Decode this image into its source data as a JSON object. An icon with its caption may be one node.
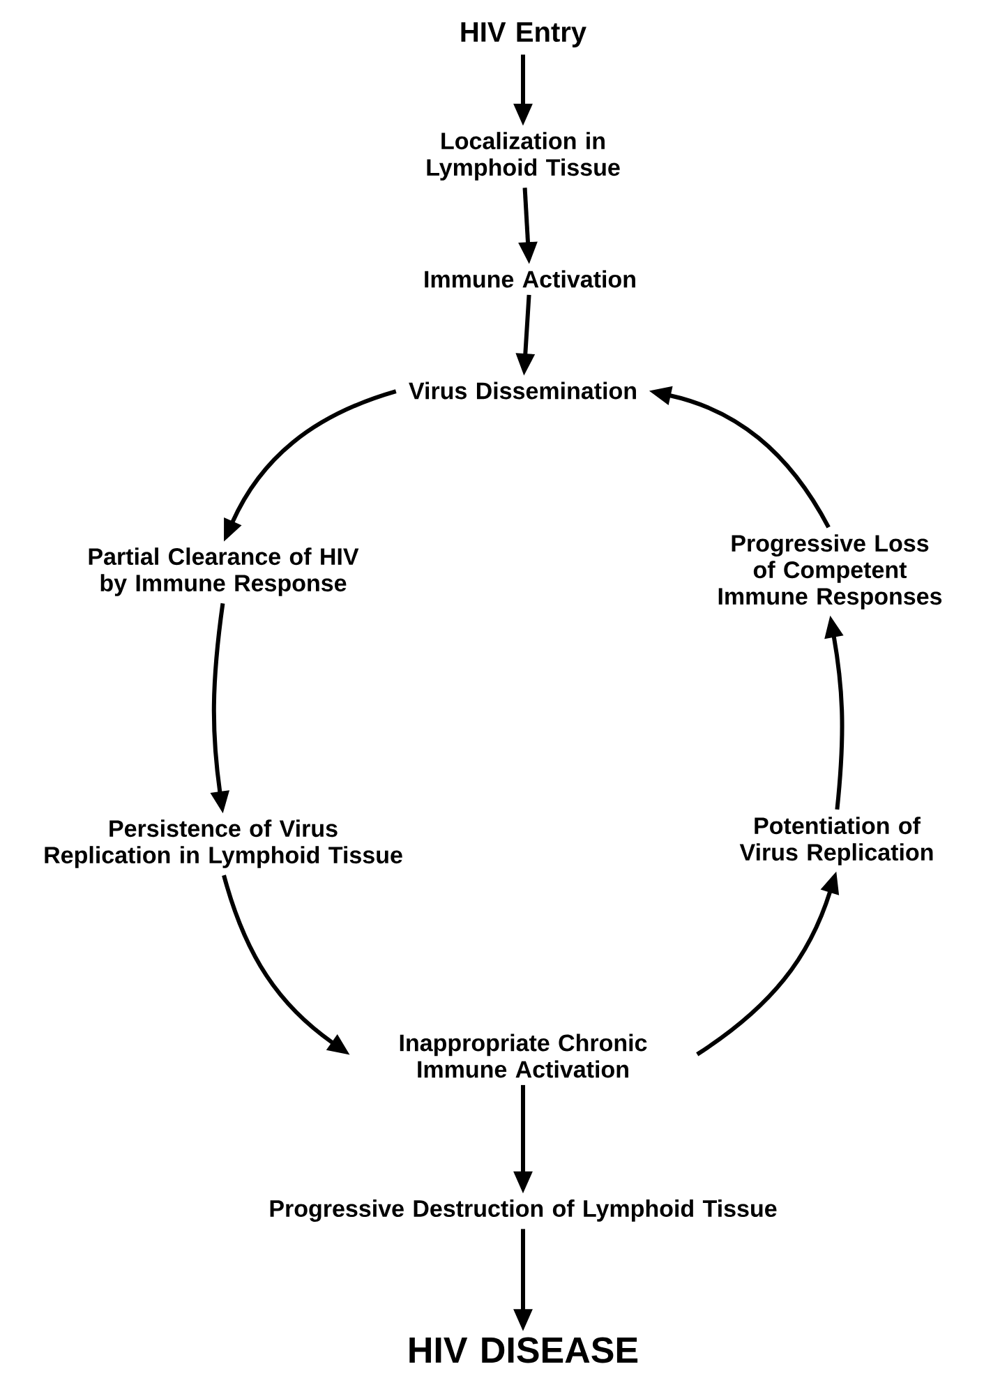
{
  "diagram": {
    "nodes": [
      {
        "text": [
          "HIV Entry"
        ]
      },
      {
        "text": [
          "Localization in Lymphoid Tissue"
        ]
      },
      {
        "text": [
          "Immune Activation"
        ]
      },
      {
        "text": [
          "Virus Dissemination"
        ]
      },
      {
        "text": [
          "Partial Clearance of HIV by Immune Response"
        ]
      },
      {
        "text": [
          "Persistence of Virus Replication in Lymphoid Tissue"
        ]
      },
      {
        "text": [
          "Inappropriate Chronic Immune Activation"
        ]
      },
      {
        "text": [
          "Potentiation of Virus Replication"
        ]
      },
      {
        "text": [
          "Progressive Loss of Competent Immune Responses"
        ]
      },
      {
        "text": [
          "Progressive Destruction of Lymphoid Tissue"
        ]
      },
      {
        "text": [
          "HIV DISEASE"
        ]
      }
    ],
    "edges": [
      {
        "from": 0,
        "to": 1,
        "arrow": "to"
      },
      {
        "from": 1,
        "to": 2,
        "arrow": "to"
      },
      {
        "from": 2,
        "to": 3,
        "arrow": "to"
      },
      {
        "from": 3,
        "to": 4,
        "arrow": "to"
      },
      {
        "from": 4,
        "to": 5,
        "arrow": "to"
      },
      {
        "from": 5,
        "to": 6,
        "arrow": "to"
      },
      {
        "from": 6,
        "to": 7,
        "arrow": "to"
      },
      {
        "from": 7,
        "to": 8,
        "arrow": "to"
      },
      {
        "from": 8,
        "to": 3,
        "arrow": "to"
      },
      {
        "from": 6,
        "to": 9,
        "arrow": "to"
      },
      {
        "from": 9,
        "to": 10,
        "arrow": "to"
      }
    ]
  }
}
